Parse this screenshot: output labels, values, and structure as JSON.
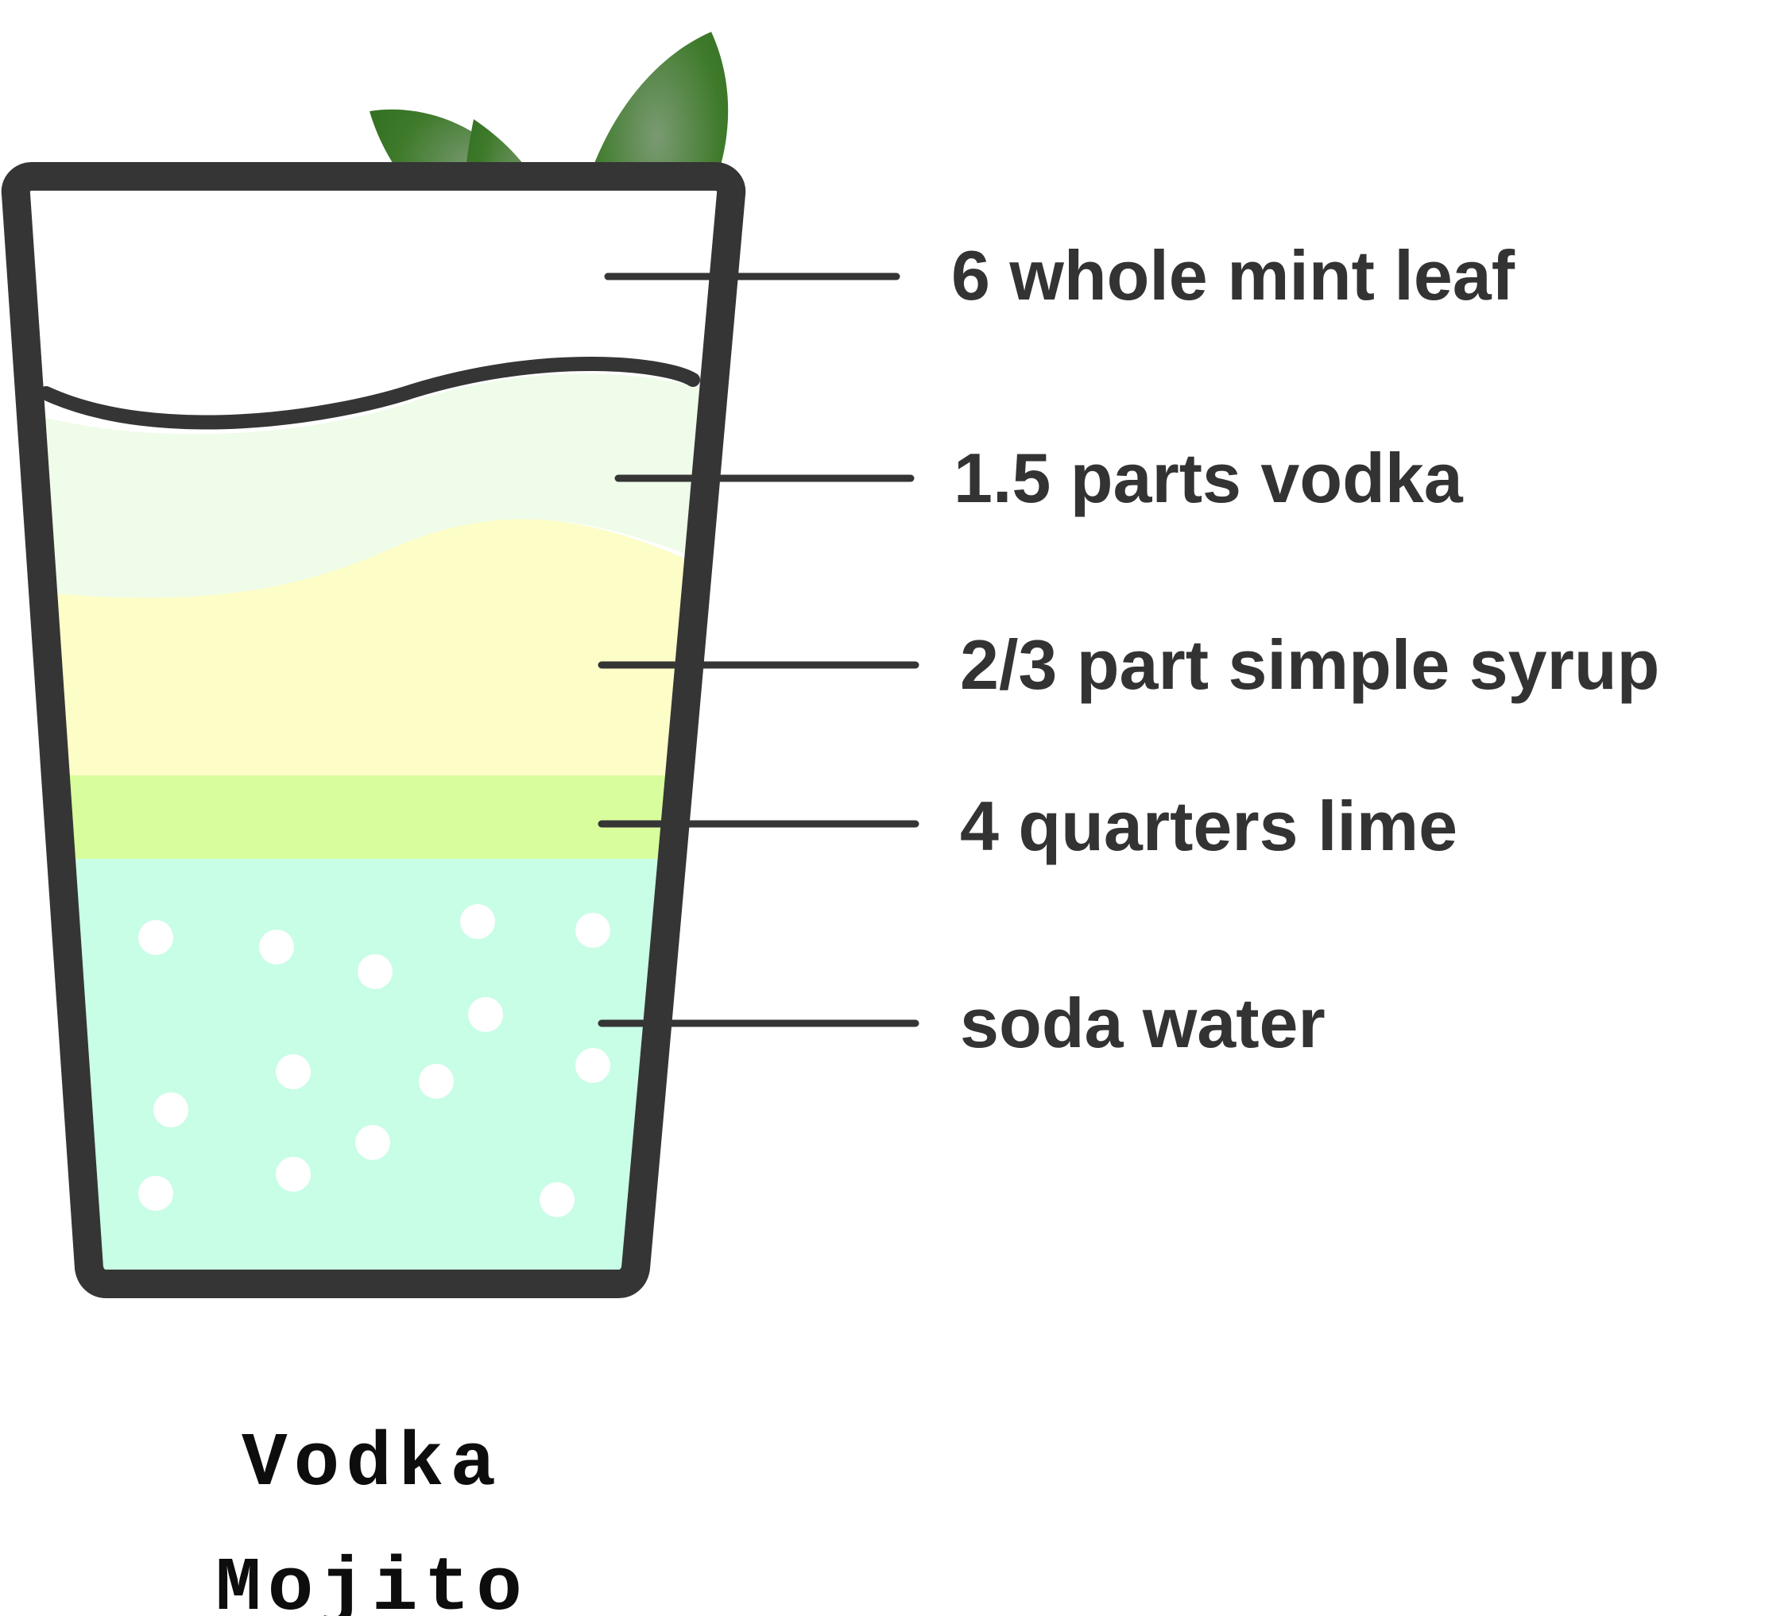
{
  "title_lines": [
    "Vodka",
    "Mojito"
  ],
  "ingredients": [
    {
      "label": "6 whole mint leaf",
      "layer": "garnish"
    },
    {
      "label": "1.5 parts vodka",
      "layer": "vodka"
    },
    {
      "label": "2/3 part simple syrup",
      "layer": "simple-syrup"
    },
    {
      "label": "4 quarters lime",
      "layer": "lime"
    },
    {
      "label": "soda water",
      "layer": "soda-water"
    }
  ],
  "colors": {
    "outline": "#353535",
    "vodka": "#effce9",
    "simple_syrup": "#fdfdc8",
    "lime": "#d8fd9c",
    "soda_water": "#c8fde6",
    "bubbles": "#ffffff",
    "leaf_dark": "#2f6b1f",
    "leaf_light": "#7a9a72"
  }
}
